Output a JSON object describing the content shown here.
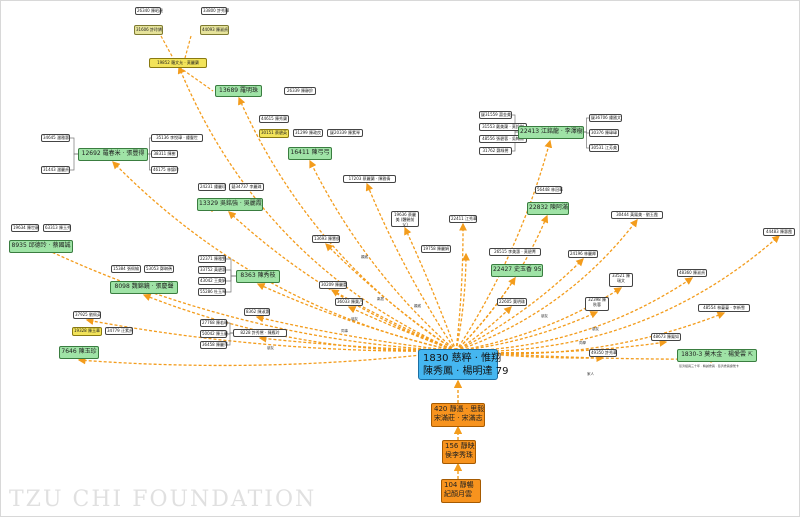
{
  "colors": {
    "edge": "#f39c1c",
    "green": "#9fe3a6",
    "center": "#45b6f0",
    "orange": "#f7931e",
    "yellow": "#f2e35a"
  },
  "watermark": "TZU CHI FOUNDATION",
  "center_node": {
    "line1": "1830 慈粹 · 惟翔",
    "line2": "陳秀鳳 · 楊明達 79"
  },
  "ancestors": [
    {
      "line1": "420 靜憑 · 思毅",
      "line2": "宋滿莊 · 宋滿志"
    },
    {
      "line1": "156 靜映",
      "line2": "侯李秀珠"
    },
    {
      "line1": "104 靜暢",
      "line2": "紀顏月雲"
    }
  ],
  "green_nodes": [
    {
      "id": "g13689",
      "label": "13689 羅明珠"
    },
    {
      "id": "g12692",
      "label": "12692 羅春米 · 張豐得"
    },
    {
      "id": "g16411",
      "label": "16411 陳弓弓"
    },
    {
      "id": "g22413",
      "label": "22413 江銘龍 · 李澤樹"
    },
    {
      "id": "g13329",
      "label": "13329 吳銘強 · 吳麗霞"
    },
    {
      "id": "g22832",
      "label": "22832 陳阿滿"
    },
    {
      "id": "g8935",
      "label": "8935 邱德玲 · 蔡國誠"
    },
    {
      "id": "g8098",
      "label": "8098 魏錦鏡 · 張慶聲"
    },
    {
      "id": "g8363",
      "label": "8363 陳秀枝"
    },
    {
      "id": "g22427",
      "label": "22427 史玉香 95"
    },
    {
      "id": "g7646",
      "label": "7646 陳玉珍"
    },
    {
      "id": "g1830-3",
      "label": "1830-3 莫木金 · 楊愛雲 ⇱"
    }
  ],
  "small_nodes": [
    {
      "id": "s26340",
      "label": "26340 陳昭達"
    },
    {
      "id": "s33800",
      "label": "33800 許秀樺"
    },
    {
      "id": "s31606",
      "label": "31606 許玲嬌"
    },
    {
      "id": "s44093",
      "label": "44093 陳淑貞"
    },
    {
      "id": "s19852",
      "label": "19852 羅文允 · 莫麗蘭"
    },
    {
      "id": "s26339",
      "label": "26339 陳靜鈴"
    },
    {
      "id": "s34645",
      "label": "34645 潘雅惠"
    },
    {
      "id": "s35136",
      "label": "35136 李悅璋 · 鍾豐世"
    },
    {
      "id": "s38311",
      "label": "38311 陳樹"
    },
    {
      "id": "s31443",
      "label": "31443 潘麗貞"
    },
    {
      "id": "s46175",
      "label": "46175 林錦玲"
    },
    {
      "id": "s44615",
      "label": "44615 陳秀蘭"
    },
    {
      "id": "s30151",
      "label": "30151 蔡碧英"
    },
    {
      "id": "s31299",
      "label": "31299 陳政良"
    },
    {
      "id": "s20339",
      "label": "疑20339 陳素琴"
    },
    {
      "id": "s31559",
      "label": "疑31559 蕭金美"
    },
    {
      "id": "s31553",
      "label": "31553 戴美蘭 · 莫鈴謝"
    },
    {
      "id": "s48556",
      "label": "48556 張碧蓉 · 吳翰薇"
    },
    {
      "id": "s31762",
      "label": "31762 鄭綠鶯"
    },
    {
      "id": "s36706",
      "label": "疑36706 鍾國文"
    },
    {
      "id": "s30376",
      "label": "30376 陳瑋瑋"
    },
    {
      "id": "s30531",
      "label": "30531 江芳美"
    },
    {
      "id": "s24231",
      "label": "24231 鍾麗珍"
    },
    {
      "id": "s34737",
      "label": "疑34737 李麗珠"
    },
    {
      "id": "s17203",
      "label": "17203 蔡麗蘭 · 陳雅倩"
    },
    {
      "id": "s56448",
      "label": "56448 林冠華"
    },
    {
      "id": "s19634",
      "label": "19634 陳世靜"
    },
    {
      "id": "s63313",
      "label": "63313 陳玉秀"
    },
    {
      "id": "s19636",
      "label": "19636 蔡麗美 (體驗前父)"
    },
    {
      "id": "s22411",
      "label": "22411 江秀華"
    },
    {
      "id": "s13693",
      "label": "13693 陳慧俊"
    },
    {
      "id": "s19758",
      "label": "19758 陳麗娟"
    },
    {
      "id": "s30444",
      "label": "30444 黃鳳美 · 劉玉霞"
    },
    {
      "id": "s44483",
      "label": "44483 陳惠霞"
    },
    {
      "id": "s22371",
      "label": "22371 陳雅雯"
    },
    {
      "id": "s33752",
      "label": "33752 黃碧惠"
    },
    {
      "id": "s43042",
      "label": "43042 王美娟"
    },
    {
      "id": "s55286",
      "label": "55286 杜玉琴"
    },
    {
      "id": "s15384",
      "label": "15384 張佩綸"
    },
    {
      "id": "s53053",
      "label": "53053 鄭琳蒨"
    },
    {
      "id": "s26515",
      "label": "26515 李美惠 · 莫碧菁"
    },
    {
      "id": "s24196",
      "label": "24196 林麗卿"
    },
    {
      "id": "s33521",
      "label": "33521 陳瑞文"
    },
    {
      "id": "s32398",
      "label": "32398 陳秋蓉"
    },
    {
      "id": "s48360",
      "label": "48360 陳淑貞"
    },
    {
      "id": "s30209",
      "label": "30209 陳麗蕾"
    },
    {
      "id": "s36033",
      "label": "36033 陳葉乃"
    },
    {
      "id": "s22605",
      "label": "22605 葉明珠"
    },
    {
      "id": "s48554",
      "label": "48554 林蔓蔓 · 李新雪"
    },
    {
      "id": "s37925",
      "label": "37925 劉佩英"
    },
    {
      "id": "s8362",
      "label": "8362 陳淑惠"
    },
    {
      "id": "s27768",
      "label": "27768 陳若瑜"
    },
    {
      "id": "s50042",
      "label": "50042 陳玉麗"
    },
    {
      "id": "s36458",
      "label": "36458 陳麗萍"
    },
    {
      "id": "s8228",
      "label": "8228 許秀鶯 · 陳應玲"
    },
    {
      "id": "s19328",
      "label": "19328 陳玉華"
    },
    {
      "id": "s34779",
      "label": "34779 汪素貞"
    },
    {
      "id": "s48673",
      "label": "48673 陳鳳如"
    },
    {
      "id": "s49350",
      "label": "49350 許秀華"
    }
  ],
  "edge_labels": [
    "親戚",
    "鄰居",
    "朋友",
    "同事",
    "朋友",
    "朋友",
    "同學",
    "朋友",
    "家人",
    "親戚"
  ],
  "footnote": "慈濟組員三十年 · 精誠委員 · 慈濟委員證號卡"
}
